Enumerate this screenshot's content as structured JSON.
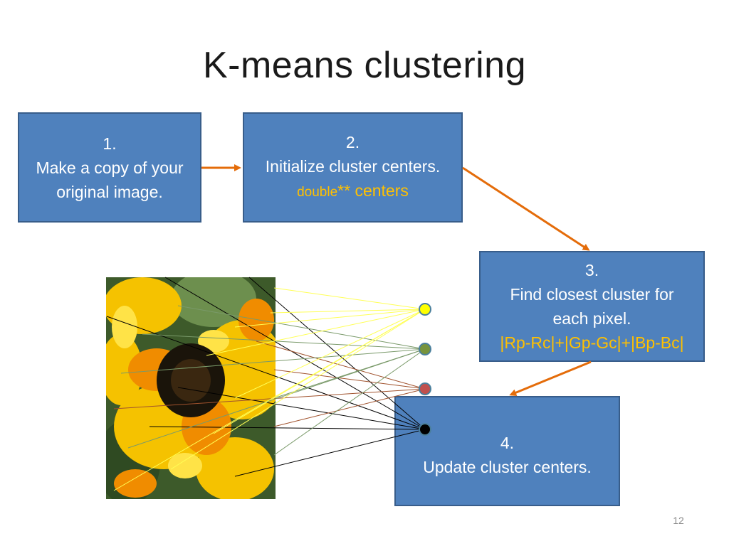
{
  "slide": {
    "title": "K-means clustering",
    "page_number": "12"
  },
  "steps": [
    {
      "number": "1.",
      "lines": [
        "Make a copy of your",
        "original image."
      ]
    },
    {
      "number": "2.",
      "lines": [
        "Initialize cluster centers."
      ],
      "code_prefix": "double",
      "code_rest": "** centers"
    },
    {
      "number": "3.",
      "lines": [
        "Find closest cluster for",
        "each pixel."
      ],
      "code": "|Rp-Rc|+|Gp-Gc|+|Bp-Bc|"
    },
    {
      "number": "4.",
      "lines": [
        "Update cluster centers."
      ]
    }
  ],
  "illustration": {
    "image_subject": "sunflowers photo",
    "cluster_center_colors": [
      "#ffff00",
      "#77933c",
      "#c0504d",
      "#000000"
    ]
  },
  "colors": {
    "box_fill": "#4f81bd",
    "box_border": "#385d8a",
    "arrow": "#e46c0a",
    "code_text": "#ffc000"
  }
}
